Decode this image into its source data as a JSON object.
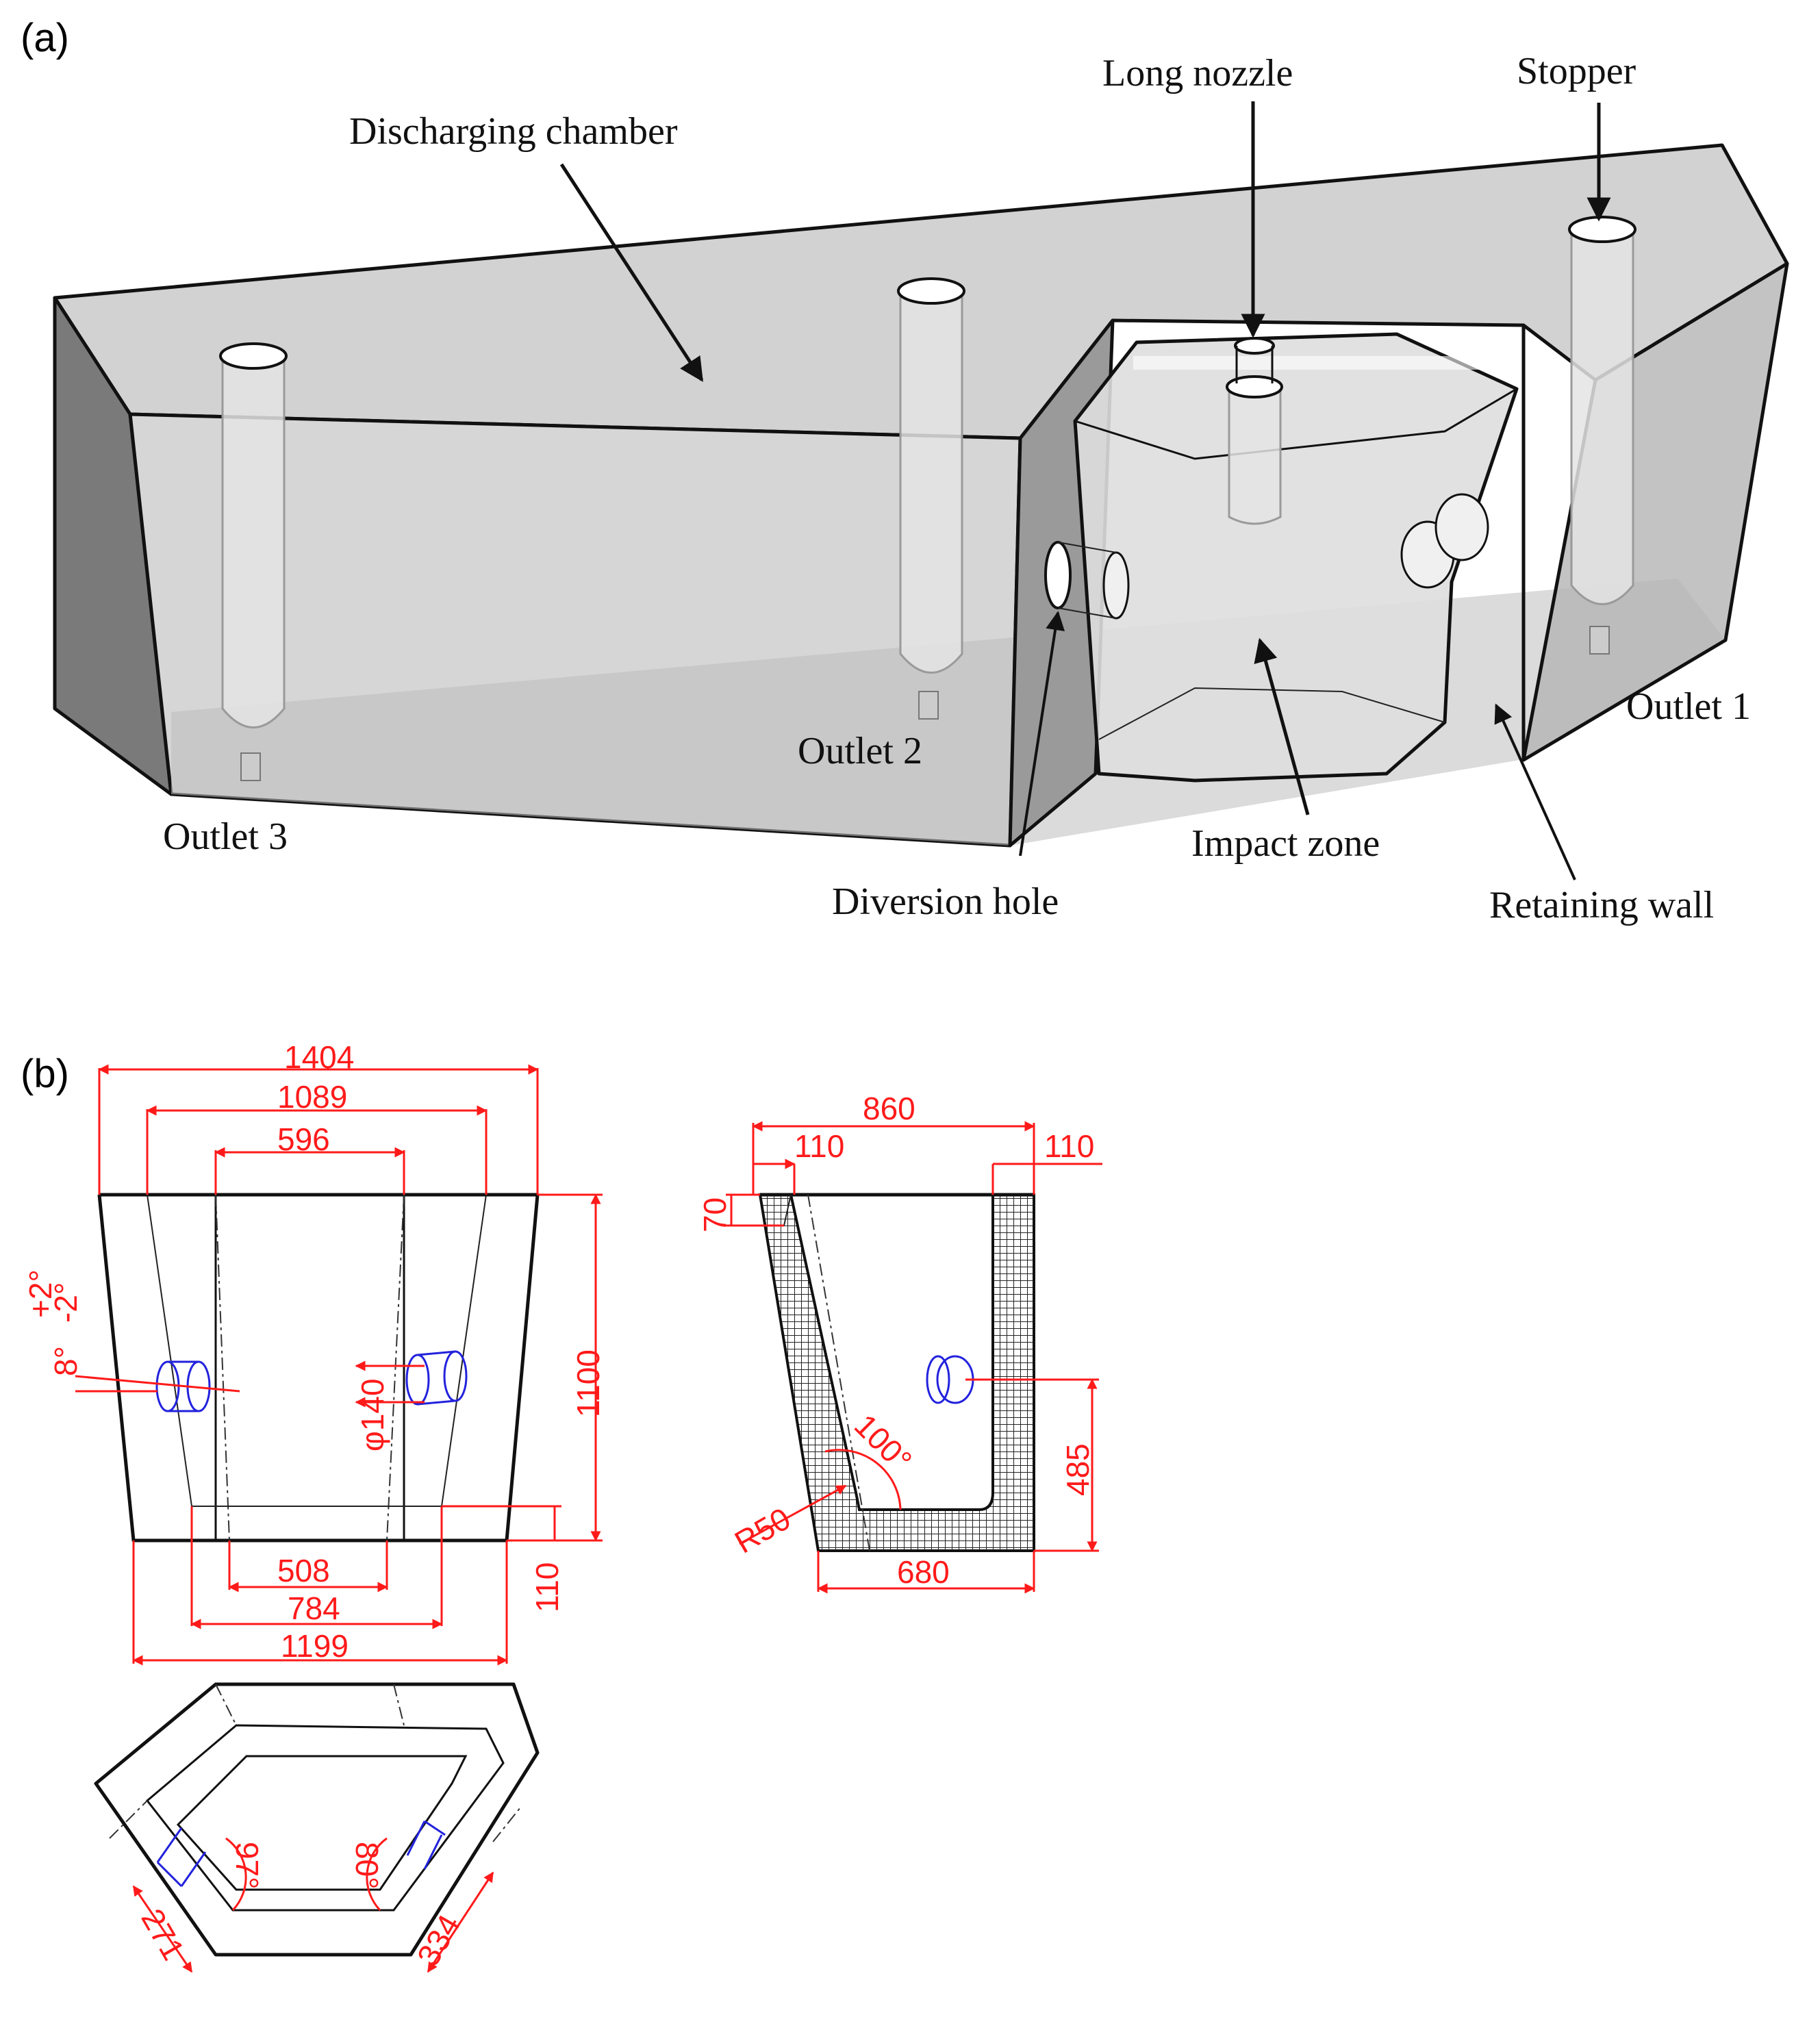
{
  "panels": {
    "a": "(a)",
    "b": "(b)"
  },
  "labels_a": {
    "discharging_chamber": "Discharging chamber",
    "long_nozzle": "Long nozzle",
    "stopper": "Stopper",
    "outlet1": "Outlet 1",
    "outlet2": "Outlet 2",
    "outlet3": "Outlet 3",
    "diversion_hole": "Diversion hole",
    "impact_zone": "Impact zone",
    "retaining_wall": "Retaining wall"
  },
  "dims_front": {
    "top_outer": "1404",
    "top_mid": "1089",
    "top_inner": "596",
    "bottom_inner": "508",
    "bottom_mid": "784",
    "bottom_outer": "1199",
    "height": "1100",
    "base": "110",
    "angle": "8°",
    "tol_plus": "+2°",
    "tol_minus": "-2°",
    "hole_dia": "φ140"
  },
  "dims_side": {
    "top": "860",
    "wall_left": "110",
    "wall_right": "110",
    "step": "70",
    "hole_height": "485",
    "angle": "100°",
    "radius": "R50",
    "bottom": "680"
  },
  "dims_top": {
    "angle_left": "97°",
    "angle_right": "80°",
    "len_left": "271",
    "len_right": "334"
  },
  "colors": {
    "dimension": "#ff1a1a",
    "hole": "#2222dd",
    "chamber_fill": "#c8c8c8",
    "outline": "#111111"
  }
}
